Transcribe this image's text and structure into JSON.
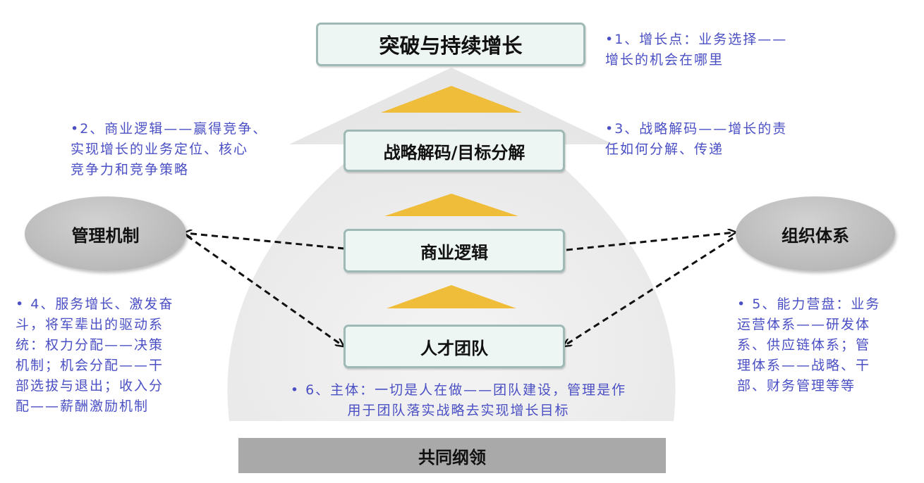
{
  "boxes": {
    "top": "突破与持续增长",
    "decode": "战略解码/目标分解",
    "logic": "商业逻辑",
    "team": "人才团队"
  },
  "ellipses": {
    "left": "管理机制",
    "right": "组织体系"
  },
  "notes": {
    "n1": [
      "•1、增长点：业务选择——",
      "增长的机会在哪里"
    ],
    "n2": [
      "•2、商业逻辑——赢得竞争、",
      "实现增长的业务定位、核心",
      "竞争力和竞争策略"
    ],
    "n3": [
      "•3、战略解码——增长的责",
      "任如何分解、传递"
    ],
    "n4": [
      "• 4、服务增长、激发奋",
      "斗，将军辈出的驱动系",
      "统：权力分配——决策",
      "机制；机会分配——干",
      "部选拔与退出；收入分",
      "配——薪酬激励机制"
    ],
    "n5": [
      "• 5、能力营盘：业务",
      "运营体系——研发体",
      "系、供应链体系；管",
      "理体系——战略、干",
      "部、财务管理等等"
    ],
    "n6": [
      "• 6、主体：一切是人在做——团队建设，管理是作",
      "用于团队落实战略去实现增长目标"
    ]
  },
  "bottom_bar": "共同纲领",
  "colors": {
    "note_text": "#4a4fc4",
    "box_border": "#9fb9b5",
    "box_fill": "#eef6f4",
    "arrow_gold": "#f0bd3a",
    "ellipse_gray": "#b9b9b9",
    "bar_gray": "#a9a9a9"
  }
}
